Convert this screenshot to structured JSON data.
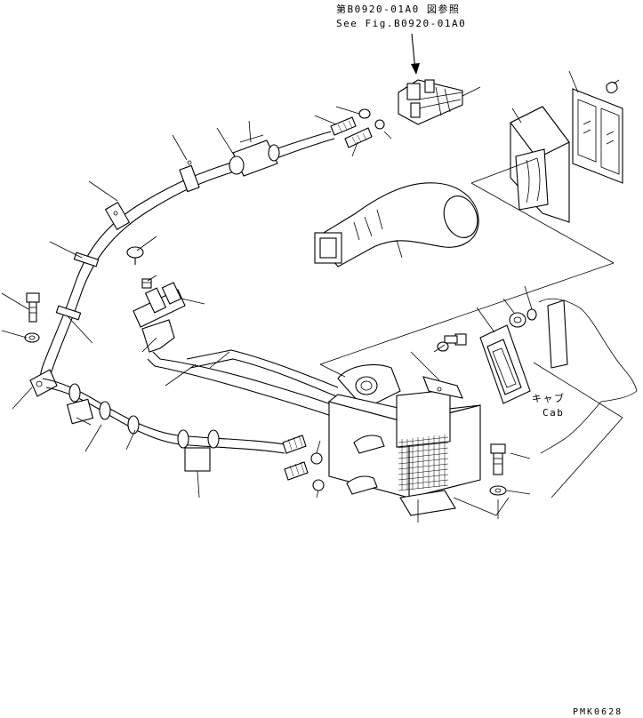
{
  "reference": {
    "line_jp": "第B0920-01A0 図参照",
    "line_en": "See Fig.B0920-01A0"
  },
  "cab_label": {
    "jp": "キャブ",
    "en": "Cab"
  },
  "drawing_code": "PMK0628"
}
